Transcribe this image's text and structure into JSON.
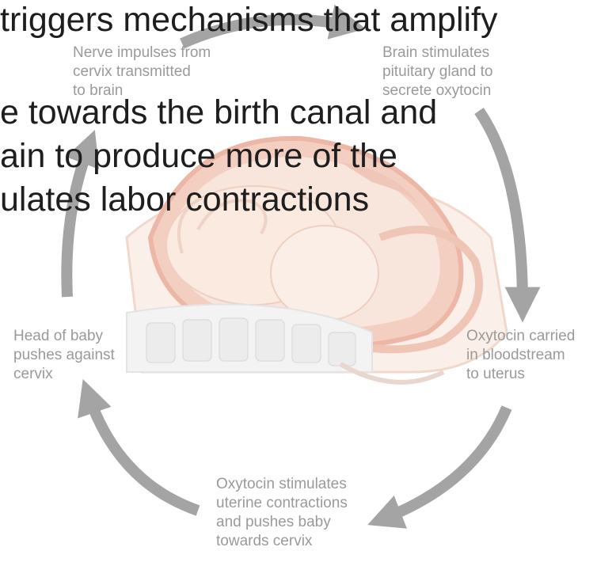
{
  "overlay_text": [
    "triggers mechanisms that amplify",
    "e towards the birth canal and",
    "ain to produce more of the",
    "ulates labor contractions"
  ],
  "cycle_steps": [
    "Nerve impulses from\ncervix transmitted\nto brain",
    "Brain stimulates\npituitary gland to\nsecrete oxytocin",
    "Oxytocin carried\nin bloodstream\nto uterus",
    "Oxytocin stimulates\nuterine contractions\nand pushes baby\ntowards cervix",
    "Head of baby\npushes against\ncervix"
  ],
  "colors": {
    "arrow": "#a4a4a4",
    "label": "#9a9a9a",
    "overlay_text": "#1e1e1e",
    "skin": "#f6dccd",
    "uterus": "#efbcae",
    "spine": "#ececec"
  }
}
